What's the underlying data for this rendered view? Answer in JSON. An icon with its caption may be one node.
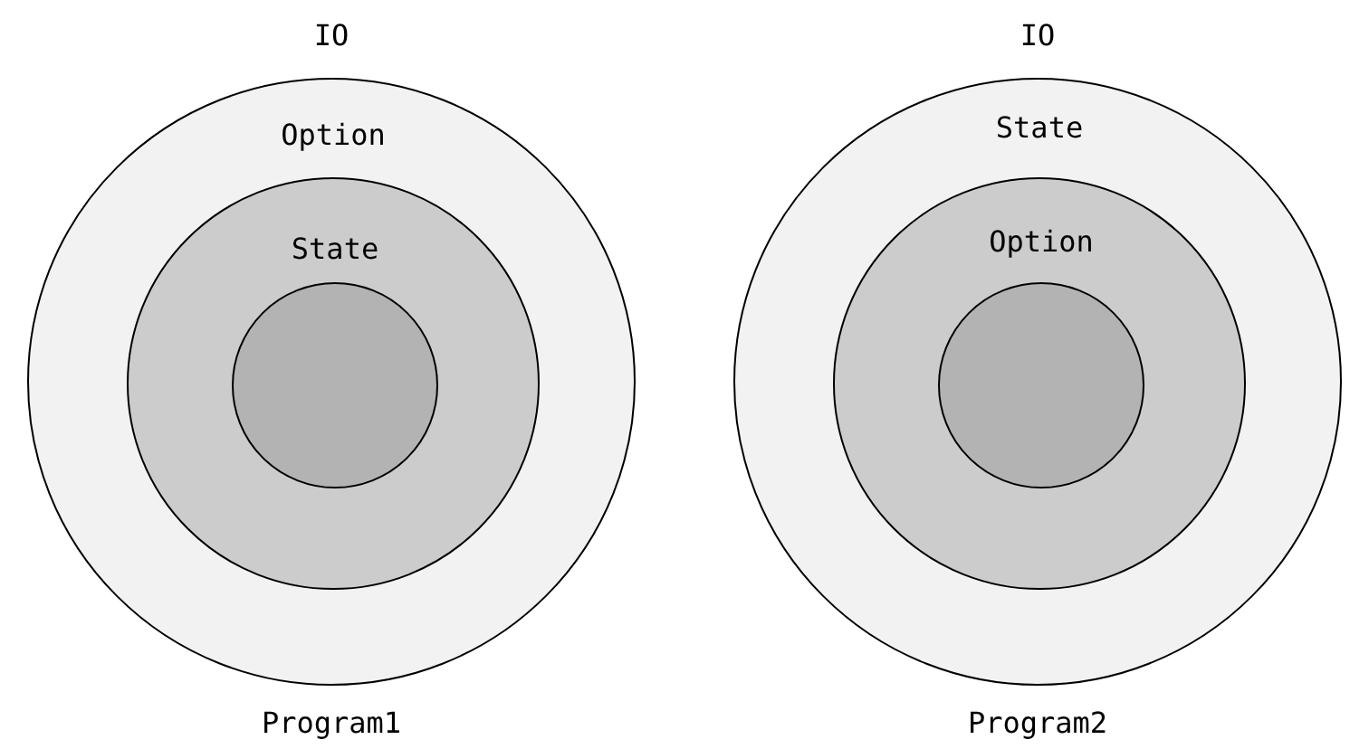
{
  "diagram": {
    "nodes": [
      {
        "text": [
          "IO"
        ],
        "beside": [
          "Program1"
        ]
      },
      {
        "text": [
          "Option"
        ],
        "in": 0
      },
      {
        "text": [
          "State"
        ],
        "in": 1
      },
      {
        "text": [
          "IO"
        ],
        "beside": [
          "Program2"
        ]
      },
      {
        "text": [
          "State"
        ],
        "in": 3
      },
      {
        "text": [
          "Option"
        ],
        "in": 4
      }
    ],
    "edges": []
  }
}
